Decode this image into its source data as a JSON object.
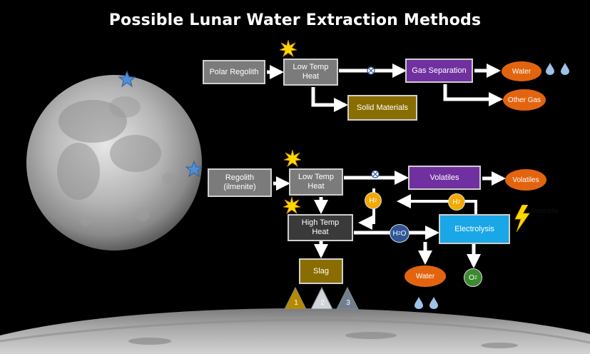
{
  "title": "Possible Lunar Water Extraction Methods",
  "top_flow": {
    "polar_regolith": "Polar Regolith",
    "low_temp_heat": "Low Temp\nHeat",
    "gas_separation": "Gas Separation",
    "water": "Water",
    "other_gas": "Other Gas",
    "solid_materials": "Solid Materials"
  },
  "bottom_flow": {
    "regolith": "Regolith\n(ilmenite)",
    "low_temp_heat": "Low Temp\nHeat",
    "volatiles_box": "Volatiles",
    "volatiles_out": "Volatiles",
    "high_temp_heat": "High Temp\nHeat",
    "electrolysis": "Electrolysis",
    "electricity": "Electricity",
    "slag": "Slag",
    "water": "Water",
    "h2_left": "H",
    "h2_right": "H",
    "h2o": "H",
    "o2": "O",
    "sub2": "2",
    "o_tail": "O",
    "triangles": [
      "1",
      "2",
      "3"
    ]
  },
  "colors": {
    "gray_box": "#7b7b7b",
    "purple": "#7030a0",
    "orange": "#e3640f",
    "gold": "#8a6d00",
    "cyan": "#1aa7e8",
    "h2_circle": "#f2a900",
    "h2o_circle": "#2f5597",
    "o2_circle": "#3a8a2e",
    "arrow": "#ffffff",
    "arrow_edge": "#9dc3e6",
    "star_blue": "#4f8fd6",
    "sun_yellow": "#ffd800",
    "drop_blue": "#9dc3e6"
  }
}
